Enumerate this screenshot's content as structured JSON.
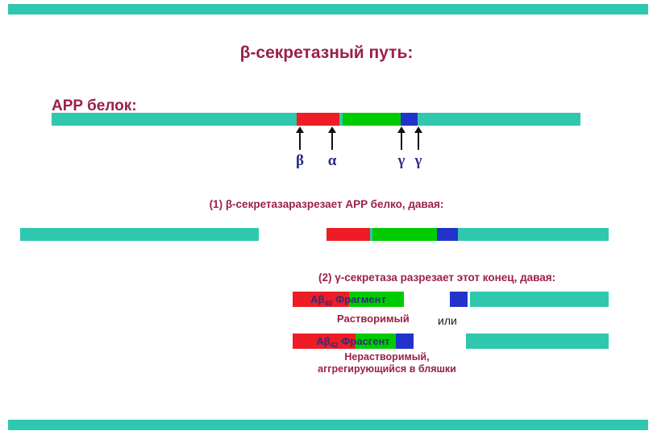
{
  "title": "β-секретазный путь:",
  "app": {
    "label": "APP белок:"
  },
  "markers": {
    "beta": "β",
    "alpha": "α",
    "gamma1": "γ",
    "gamma2": "γ"
  },
  "steps": {
    "step1": "(1) β-секретазаразрезает  APP белко, давая:",
    "step2": "(2) γ-секретаза разрезает этот конец, давая:"
  },
  "fragments": {
    "ab40": {
      "prefix": "Aβ",
      "sub": "40",
      "name": "Фрагмент",
      "note": "Растворимый"
    },
    "or": "или",
    "ab42": {
      "prefix": "Aβ",
      "sub": "42",
      "name": "Фрасгент",
      "note1": "Нерастворимый,",
      "note2": "аггрегирующийся в бляшки"
    }
  },
  "colors": {
    "teal": "#2FC7AE",
    "red": "#EE1C25",
    "green": "#00CB00",
    "blue": "#2233CC",
    "maroon": "#9B2045",
    "navy": "#2B2E83"
  }
}
